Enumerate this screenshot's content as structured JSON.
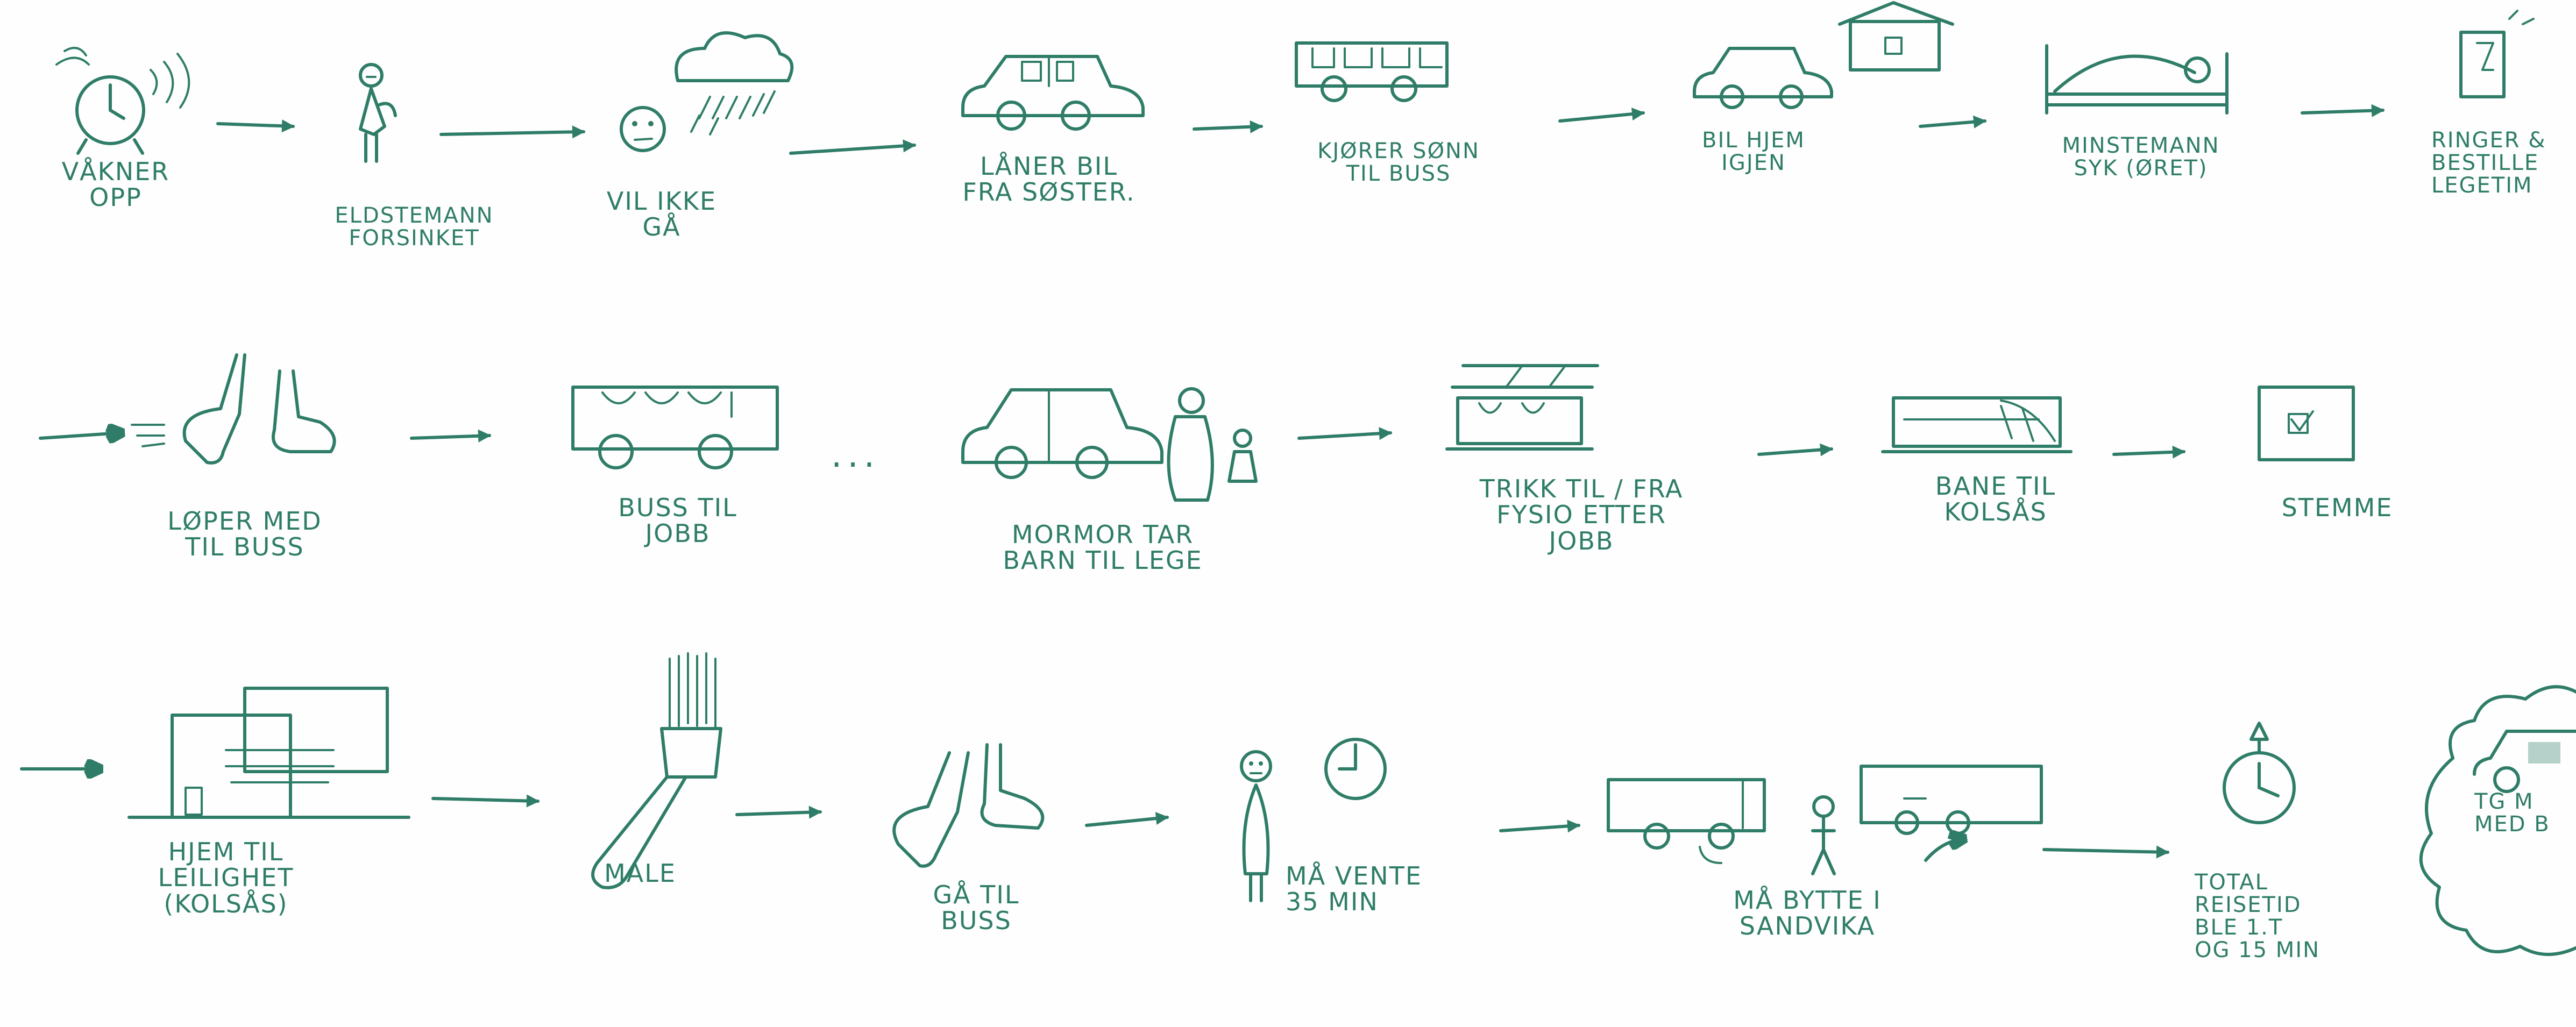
{
  "journey": {
    "row1": [
      {
        "label": "VÅKNER\nOPP",
        "icon": "alarm-clock-icon"
      },
      {
        "label": "ELDSTEMANN\nFORSINKET",
        "icon": "child-icon"
      },
      {
        "label": "VIL IKKE\nGÅ",
        "icon": "rain-cloud-icon"
      },
      {
        "label": "LÅNER BIL\nFRA SØSTER.",
        "icon": "car-icon"
      },
      {
        "label": "KJØRER SØNN\nTIL BUSS",
        "icon": "bus-icon"
      },
      {
        "label": "BIL HJEM\nIGJEN",
        "icon": "car-house-icon"
      },
      {
        "label": "MINSTEMANN\nSYK (ØRET)",
        "icon": "sick-bed-icon"
      },
      {
        "label": "RINGER &\nBESTILLE\nLEGETIM",
        "icon": "phone-icon"
      }
    ],
    "row2": [
      {
        "label": "LØPER MED\nTIL BUSS",
        "icon": "running-feet-icon"
      },
      {
        "label": "BUSS TIL\nJOBB",
        "icon": "bus-icon"
      },
      {
        "label": "...",
        "icon": ""
      },
      {
        "label": "MORMOR TAR\nBARN TIL LEGE",
        "icon": "car-grandma-icon"
      },
      {
        "label": "TRIKK TIL / FRA\nFYSIO ETTER\nJOBB",
        "icon": "tram-icon"
      },
      {
        "label": "BANE TIL\nKOLSÅS",
        "icon": "metro-icon"
      },
      {
        "label": "STEMME",
        "icon": "ballot-icon"
      }
    ],
    "row3": [
      {
        "label": "HJEM TIL\nLEILIGHET\n(KOLSÅS)",
        "icon": "apartment-icon"
      },
      {
        "label": "MALE",
        "icon": "paintbrush-icon"
      },
      {
        "label": "GÅ TIL\nBUSS",
        "icon": "walking-feet-icon"
      },
      {
        "label": "MÅ VENTE\n35 MIN",
        "icon": "waiting-clock-icon"
      },
      {
        "label": "MÅ BYTTE I\nSANDVIKA",
        "icon": "bus-transfer-icon"
      },
      {
        "label": "TOTAL\nREISETID\nBLE 1.T\nOG 15 MIN",
        "icon": "stopwatch-icon"
      },
      {
        "label": "TG M\nMED B",
        "icon": "thought-bubble-car-icon"
      }
    ]
  }
}
